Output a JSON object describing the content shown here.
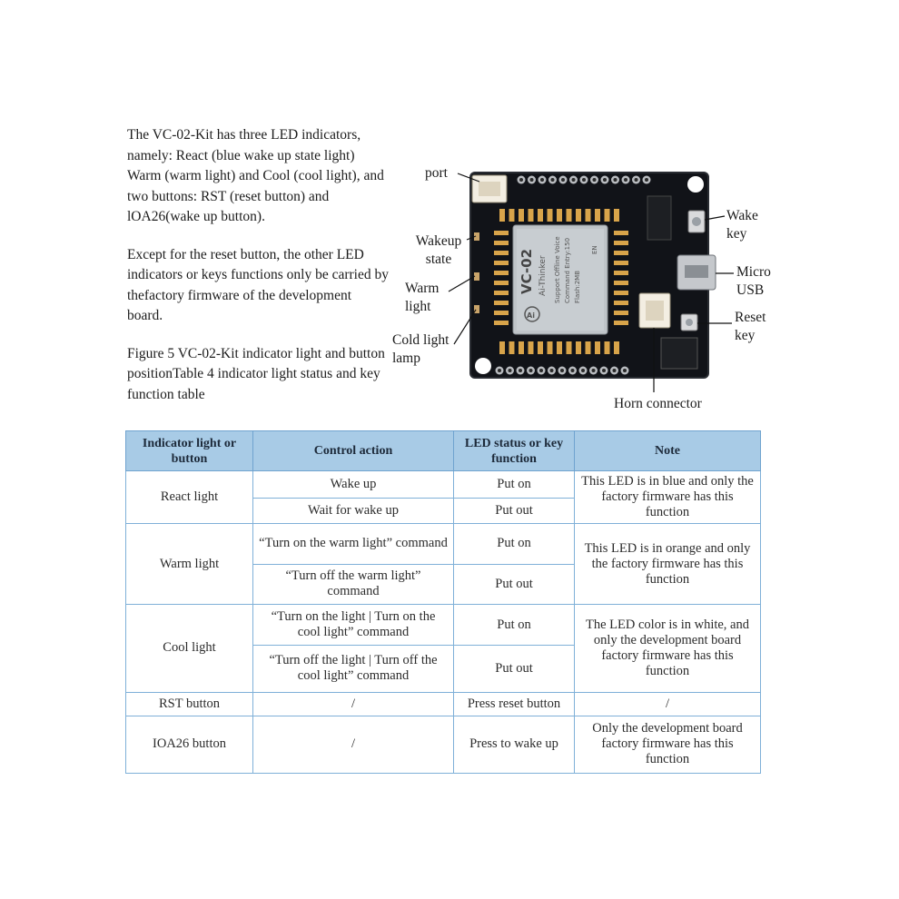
{
  "intro": {
    "paragraph1": "The VC-02-Kit has three LED indicators, namely: React (blue wake up state light) Warm (warm light) and Cool (cool light), and two buttons: RST (reset button) and lOA26(wake up button).",
    "paragraph2": "Except for the reset button, the other LED indicators or keys functions only be carried by thefactory firmware of the development board.",
    "paragraph3": "Figure 5 VC-02-Kit indicator light and button positionTable 4 indicator light status and key function table"
  },
  "figure": {
    "callouts": {
      "port": "port",
      "wakeup_state": "Wakeup state",
      "warm_light": "Warm light",
      "cold_light": "Cold light lamp",
      "wake_key": "Wake key",
      "micro_usb": "Micro USB",
      "reset_key": "Reset key",
      "horn_connector": "Horn connector"
    },
    "board": {
      "module_name": "VC-02",
      "brand": "Ai-Thinker",
      "module_text": [
        "Support Offline Voice",
        "Command Entry:150",
        "Flash:2MB"
      ],
      "module_code": "EN",
      "logo": "Ai"
    }
  },
  "table": {
    "headers": [
      "Indicator light or button",
      "Control action",
      "LED status or key function",
      "Note"
    ],
    "groups": [
      {
        "name": "React light",
        "rows": [
          {
            "action": "Wake up",
            "status": "Put on"
          },
          {
            "action": "Wait for wake up",
            "status": "Put out"
          }
        ],
        "note": "This LED is in blue and only the factory firmware has this function"
      },
      {
        "name": "Warm light",
        "rows": [
          {
            "action": "“Turn on the warm light” command",
            "status": "Put on"
          },
          {
            "action": "“Turn off the warm light” command",
            "status": "Put out"
          }
        ],
        "note": "This LED is in orange and only the factory firmware has this function"
      },
      {
        "name": "Cool light",
        "rows": [
          {
            "action": "“Turn on the light | Turn on the cool light” command",
            "status": "Put on"
          },
          {
            "action": "“Turn off the light | Turn off the cool light” command",
            "status": "Put out"
          }
        ],
        "note": "The LED color is in white, and only the development board factory firmware has this function"
      },
      {
        "name": "RST button",
        "rows": [
          {
            "action": "/",
            "status": "Press reset button"
          }
        ],
        "note": "/"
      },
      {
        "name": "IOA26 button",
        "rows": [
          {
            "action": "/",
            "status": "Press to wake up"
          }
        ],
        "note": "Only the development board factory firmware has this function"
      }
    ]
  }
}
